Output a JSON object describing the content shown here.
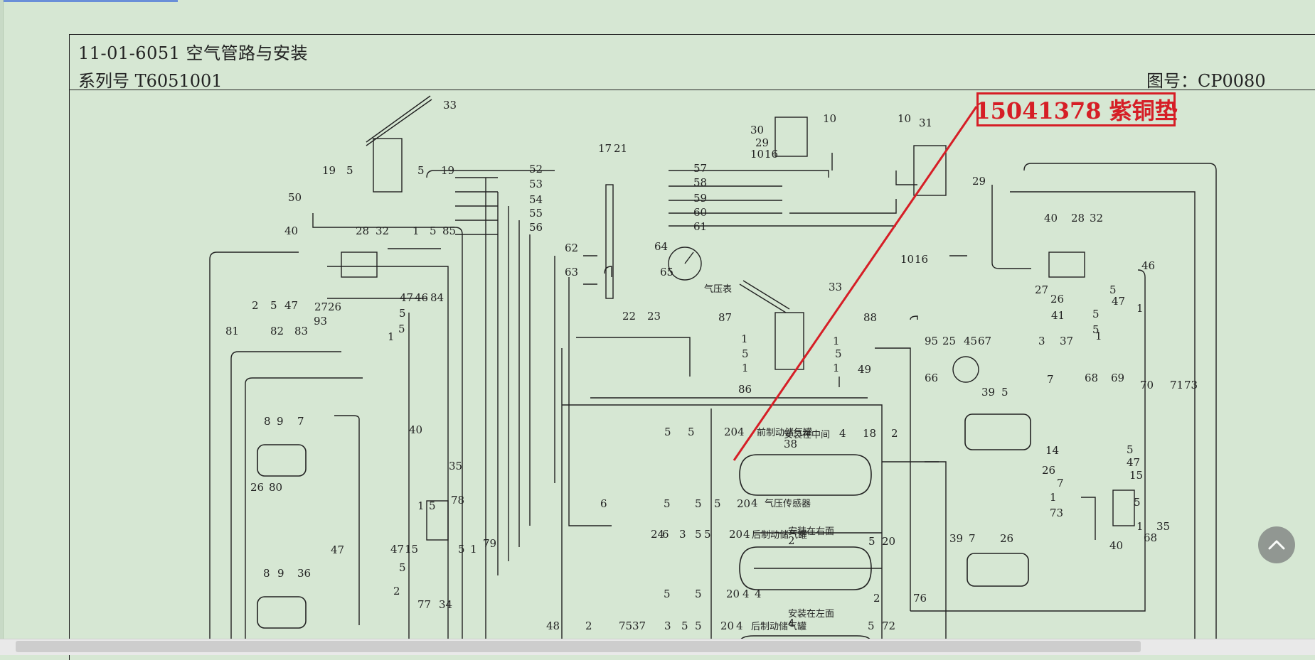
{
  "header": {
    "title": "11-01-6051 空气管路与安装",
    "series": "系列号 T6051001",
    "drawing_no": "图号：CP0080"
  },
  "callout": {
    "label": "15041378 紫铜垫",
    "color": "#d61e26"
  },
  "diagram_labels": [
    "33",
    "19",
    "5",
    "5",
    "19",
    "50",
    "40",
    "28",
    "32",
    "1",
    "5",
    "85",
    "2",
    "5",
    "47",
    "27",
    "26",
    "93",
    "47",
    "46",
    "84",
    "5",
    "5",
    "1",
    "81",
    "82",
    "83",
    "17",
    "21",
    "52",
    "53",
    "54",
    "55",
    "56",
    "57",
    "58",
    "59",
    "60",
    "61",
    "62",
    "63",
    "64",
    "65",
    "气压表",
    "22",
    "23",
    "30",
    "29",
    "10",
    "10",
    "16",
    "10",
    "31",
    "29",
    "10",
    "16",
    "33",
    "87",
    "88",
    "1",
    "5",
    "1",
    "1",
    "5",
    "1",
    "86",
    "49",
    "40",
    "28",
    "32",
    "46",
    "5",
    "27",
    "26",
    "47",
    "1",
    "41",
    "5",
    "5",
    "1",
    "95",
    "25",
    "45",
    "67",
    "3",
    "37",
    "66",
    "39",
    "5",
    "7",
    "68",
    "69",
    "70",
    "71",
    "73",
    "26",
    "14",
    "8",
    "9",
    "7",
    "26",
    "80",
    "40",
    "35",
    "78",
    "1",
    "5",
    "47",
    "15",
    "5",
    "1",
    "79",
    "47",
    "5",
    "2",
    "77",
    "34",
    "8",
    "9",
    "36",
    "48",
    "2",
    "5",
    "5",
    "20",
    "4",
    "前制动储气罐",
    "安装在中间",
    "38",
    "4",
    "18",
    "2",
    "5",
    "5",
    "5",
    "20",
    "4",
    "气压传感器",
    "6",
    "24",
    "6",
    "3",
    "5",
    "5",
    "20",
    "4",
    "后制动储气罐",
    "安装在右面",
    "2",
    "5",
    "5",
    "20",
    "4",
    "4",
    "5",
    "20",
    "2",
    "76",
    "75",
    "37",
    "3",
    "5",
    "5",
    "20",
    "4",
    "后制动储气罐",
    "安装在左面",
    "4",
    "5",
    "72",
    "7",
    "1",
    "5",
    "47",
    "15",
    "5",
    "1",
    "35",
    "40",
    "68",
    "73",
    "39",
    "7",
    "26"
  ],
  "colors": {
    "background": "#d6e7d3",
    "line": "#222222",
    "highlight": "#d61e26"
  },
  "icons": [
    "scroll-top-icon"
  ]
}
